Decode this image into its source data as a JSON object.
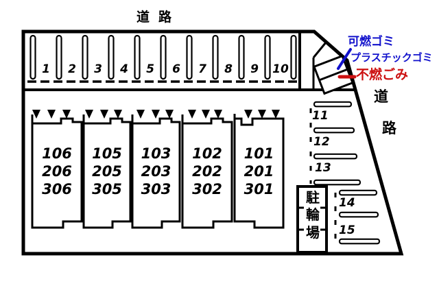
{
  "colors": {
    "ink": "#000000",
    "background": "#FFFFFF",
    "accent_blue": "#1111CC",
    "accent_red": "#CC1111"
  },
  "roads": {
    "top_label": "道路",
    "right_chars": [
      "道",
      "路"
    ]
  },
  "garbage_area": {
    "burnable": "可燃ゴミ",
    "plastic": "プラスチックゴミ",
    "non_burnable": "不燃ごみ"
  },
  "parking_top": {
    "spaces": [
      "1",
      "2",
      "3",
      "4",
      "5",
      "6",
      "7",
      "8",
      "9",
      "10"
    ]
  },
  "parking_right": {
    "spaces": [
      "11",
      "12",
      "13"
    ]
  },
  "parking_lower_right": {
    "spaces": [
      "14",
      "15"
    ]
  },
  "buildings": {
    "units": [
      {
        "rooms": [
          "106",
          "206",
          "306"
        ]
      },
      {
        "rooms": [
          "105",
          "205",
          "305"
        ]
      },
      {
        "rooms": [
          "103",
          "203",
          "303"
        ]
      },
      {
        "rooms": [
          "102",
          "202",
          "302"
        ]
      },
      {
        "rooms": [
          "101",
          "201",
          "301"
        ]
      }
    ]
  },
  "bike_shed": {
    "label": "駐輪場",
    "chars": [
      "駐",
      "輪",
      "場"
    ]
  }
}
